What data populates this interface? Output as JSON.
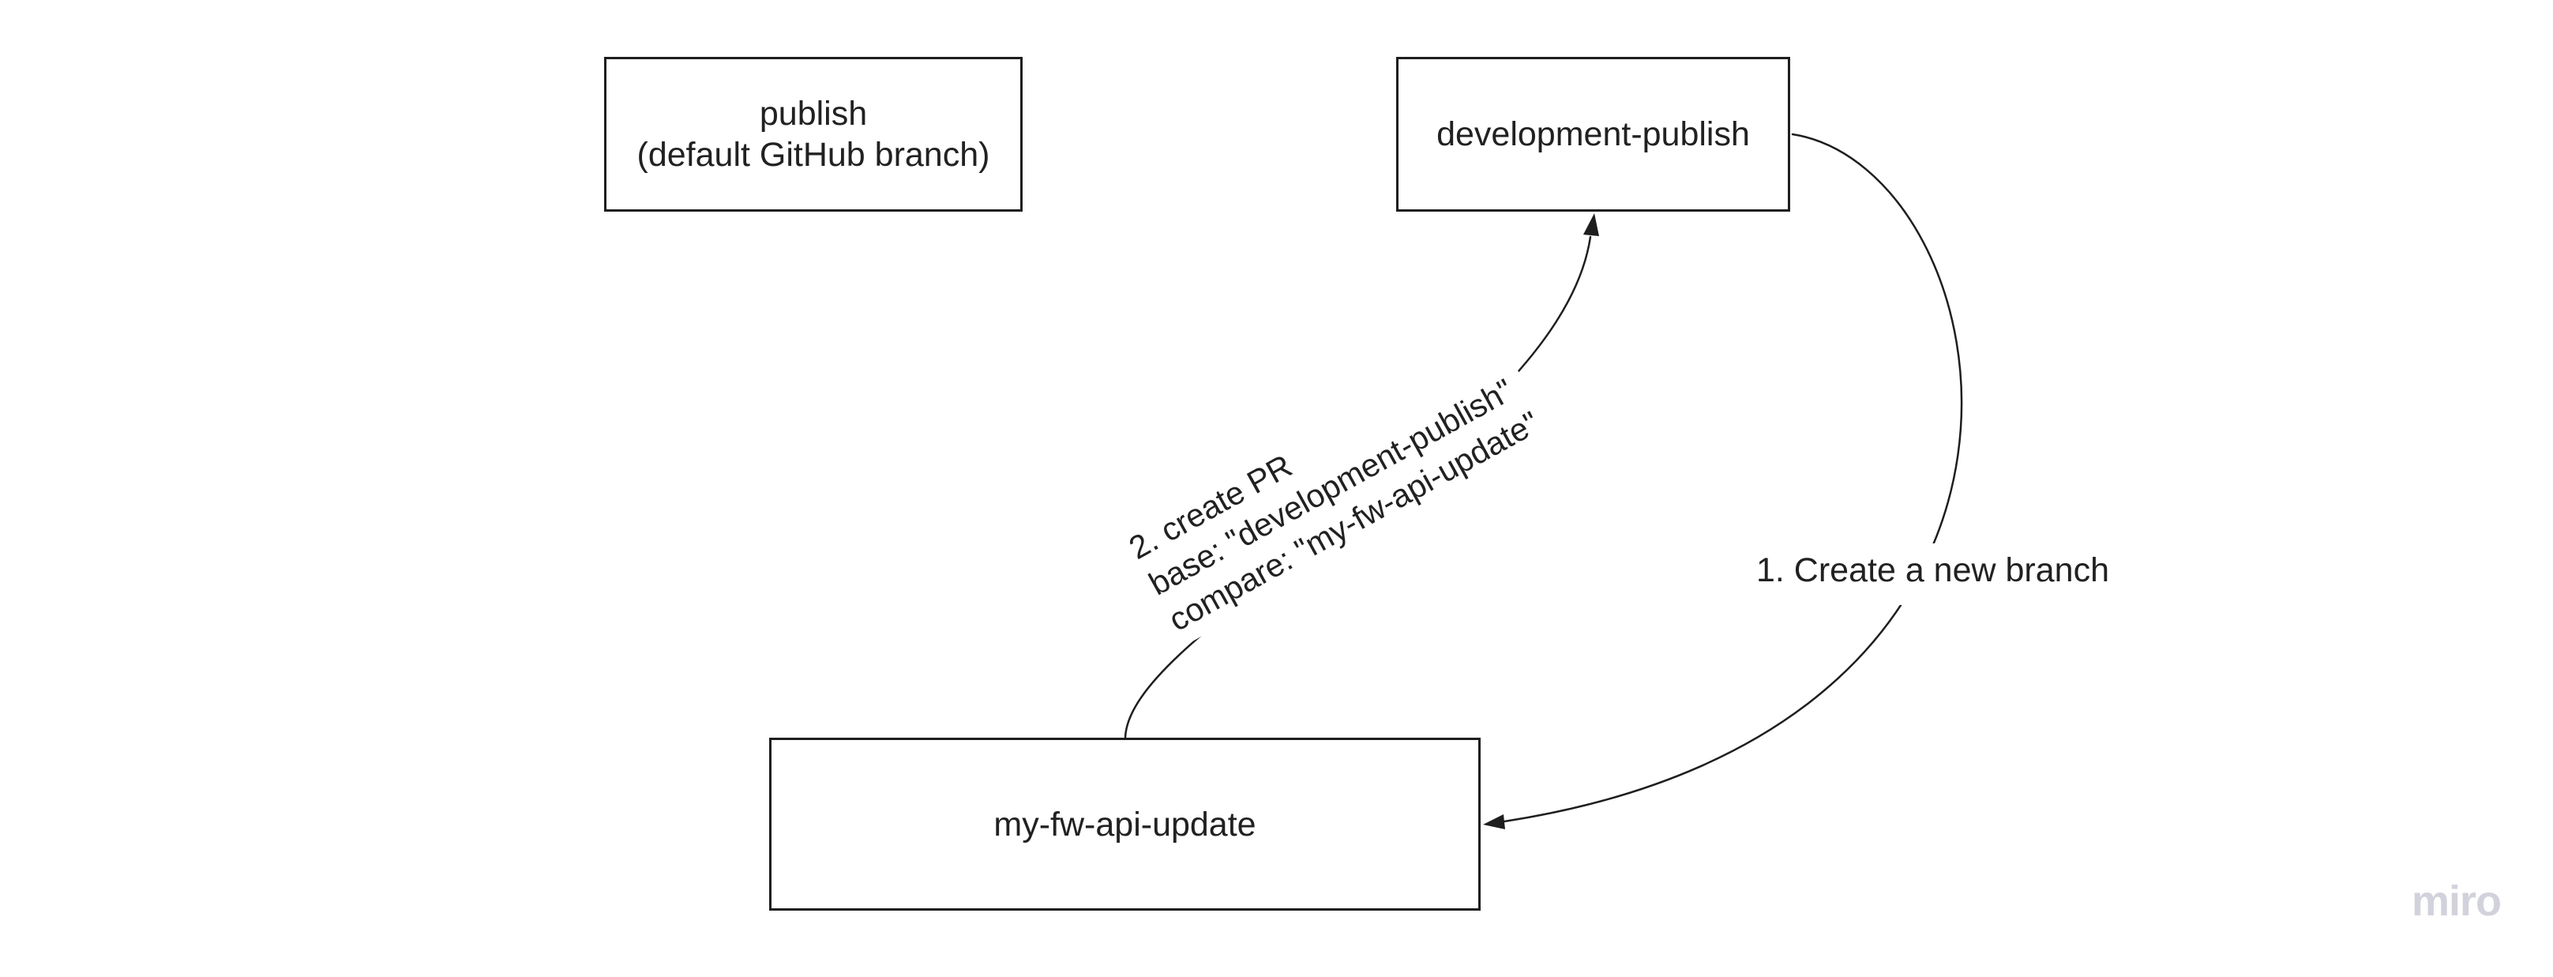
{
  "page": {
    "background": "#ffffff",
    "ink": "#1e1e1e",
    "text_color": "#212121"
  },
  "nodes": {
    "publish": {
      "lines": [
        "publish",
        "(default GitHub branch)"
      ]
    },
    "development_publish": {
      "label": "development-publish"
    },
    "my_fw_api_update": {
      "label": "my-fw-api-update"
    }
  },
  "connectors": {
    "create_branch": {
      "label": "1. Create a new branch",
      "from": "development-publish",
      "to": "my-fw-api-update"
    },
    "create_pr": {
      "lines": [
        "2. create PR",
        "base: \"development-publish\"",
        "compare: \"my-fw-api-update\""
      ],
      "from": "my-fw-api-update",
      "to": "development-publish"
    }
  },
  "watermark": {
    "label": "miro",
    "color": "#d2d2dc"
  }
}
